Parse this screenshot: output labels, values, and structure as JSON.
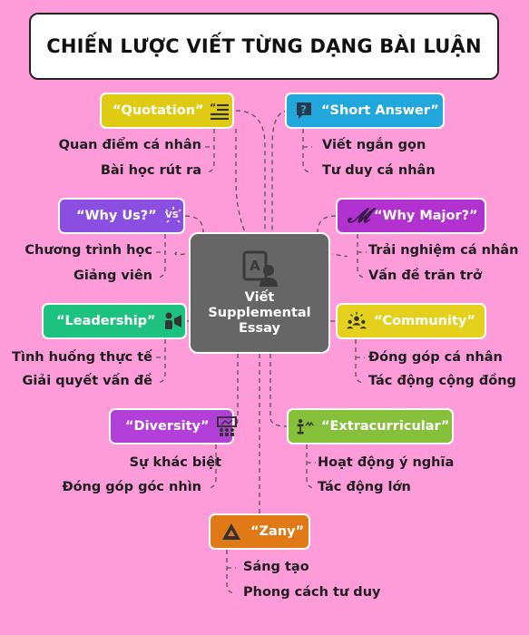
{
  "title": "CHIẾN LƯỢC VIẾT TỪNG DẠNG BÀI LUẬN",
  "center": {
    "line1": "Viết",
    "line2": "Supplemental",
    "line3": "Essay",
    "icon": "profile-text-icon"
  },
  "nodes": {
    "quotation": {
      "label": "“Quotation”",
      "color": "#e0cb14",
      "icon": "quote-lines-icon",
      "items": [
        "Quan điểm cá nhân",
        "Bài học rút ra"
      ]
    },
    "short_answer": {
      "label": "“Short Answer”",
      "color": "#22a7dc",
      "icon": "question-icon",
      "items": [
        "Viết ngắn gọn",
        "Tư duy cá nhân"
      ]
    },
    "why_us": {
      "label": "“Why Us?”",
      "color": "#8a4fe0",
      "icon": "versus-icon",
      "items": [
        "Chương trình học",
        "Giảng viên"
      ]
    },
    "why_major": {
      "label": "“Why Major?”",
      "color": "#b232d0",
      "icon": "script-m-icon",
      "items": [
        "Trải nghiệm cá nhân",
        "Vấn đề trăn trở"
      ]
    },
    "leadership": {
      "label": "“Leadership”",
      "color": "#1ec280",
      "icon": "megaphone-person-icon",
      "items": [
        "Tình huống thực tế",
        "Giải quyết vấn đề"
      ]
    },
    "community": {
      "label": "“Community”",
      "color": "#e5d11d",
      "icon": "people-group-icon",
      "items": [
        "Đóng góp cá nhân",
        "Tác động cộng đồng"
      ]
    },
    "diversity": {
      "label": "“Diversity”",
      "color": "#b23fd8",
      "icon": "diversity-board-icon",
      "items": [
        "Sự khác biệt",
        "Đóng góp góc nhìn"
      ]
    },
    "extracurricular": {
      "label": "“Extracurricular”",
      "color": "#86bf3a",
      "icon": "activity-icon",
      "items": [
        "Hoạt động ý nghĩa",
        "Tác động lớn"
      ]
    },
    "zany": {
      "label": "“Zany”",
      "color": "#e07a17",
      "icon": "triangle-logo-icon",
      "items": [
        "Sáng tạo",
        "Phong cách tư duy"
      ]
    }
  }
}
